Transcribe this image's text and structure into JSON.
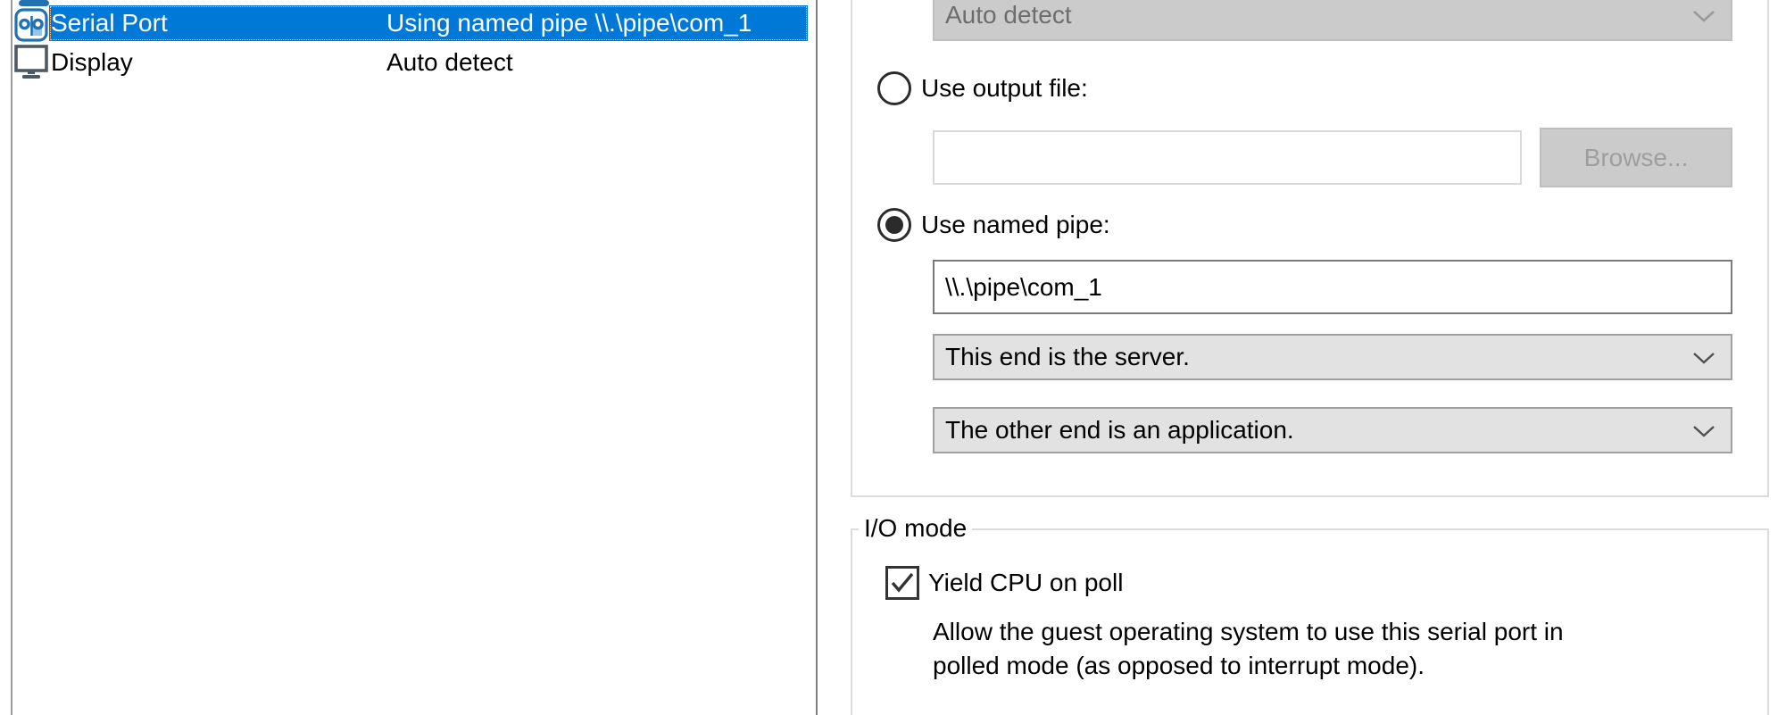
{
  "device_list": {
    "items": [
      {
        "name": "Serial Port",
        "summary": "Using named pipe \\\\.\\pipe\\com_1",
        "selected": true,
        "icon": "serial-port-icon"
      },
      {
        "name": "Display",
        "summary": "Auto detect",
        "selected": false,
        "icon": "display-icon"
      }
    ]
  },
  "connection": {
    "auto_detect_combo": {
      "value": "Auto detect",
      "enabled": false
    },
    "output_file": {
      "radio_label": "Use output file:",
      "selected": false,
      "field_value": "",
      "browse_label": "Browse..."
    },
    "named_pipe": {
      "radio_label": "Use named pipe:",
      "selected": true,
      "field_value": "\\\\.\\pipe\\com_1"
    },
    "pipe_end_combo": {
      "value": "This end is the server."
    },
    "pipe_other_end_combo": {
      "value": "The other end is an application."
    }
  },
  "io_mode": {
    "title": "I/O mode",
    "yield_cpu": {
      "label": "Yield CPU on poll",
      "checked": true
    },
    "description_line1": "Allow the guest operating system to use this serial port in",
    "description_line2": "polled mode (as opposed to interrupt mode)."
  },
  "colors": {
    "selection_blue": "#0078d7",
    "icon_blue": "#2271b3",
    "icon_light_blue": "#9dc3e6",
    "icon_slate": "#4d5a66",
    "disabled_fill": "#cbcbcb",
    "disabled_text": "#6d6d6d",
    "combo_fill": "#e2e2e2",
    "groupbox_border": "#dcdcdc",
    "focus_dots": "#f4c9a4"
  }
}
